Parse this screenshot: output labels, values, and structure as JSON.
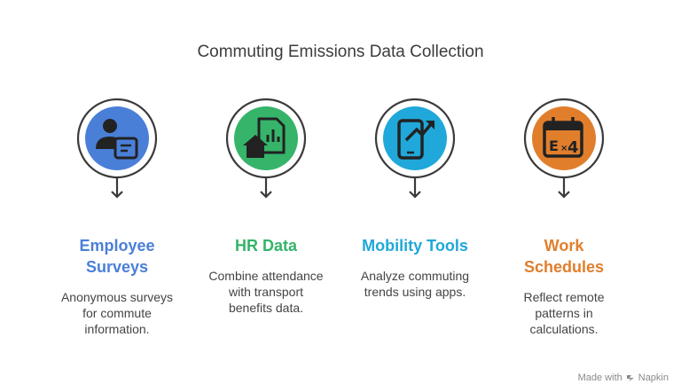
{
  "title": "Commuting Emissions Data Collection",
  "steps": [
    {
      "heading_lines": [
        "Employee",
        "Surveys"
      ],
      "desc_lines": [
        "Anonymous surveys",
        "for commute",
        "information."
      ],
      "color": "#4a7fd8",
      "icon": "employee-form-icon"
    },
    {
      "heading_lines": [
        "HR Data"
      ],
      "desc_lines": [
        "Combine attendance",
        "with transport",
        "benefits data."
      ],
      "color": "#35b46a",
      "icon": "house-document-icon"
    },
    {
      "heading_lines": [
        "Mobility Tools"
      ],
      "desc_lines": [
        "Analyze commuting",
        "trends using apps."
      ],
      "color": "#1fa8d9",
      "icon": "phone-trend-icon"
    },
    {
      "heading_lines": [
        "Work",
        "Schedules"
      ],
      "desc_lines": [
        "Reflect remote",
        "patterns in",
        "calculations."
      ],
      "color": "#e07e2c",
      "icon": "calendar-schedule-icon"
    }
  ],
  "footer": {
    "made_with": "Made with",
    "brand": "Napkin"
  }
}
